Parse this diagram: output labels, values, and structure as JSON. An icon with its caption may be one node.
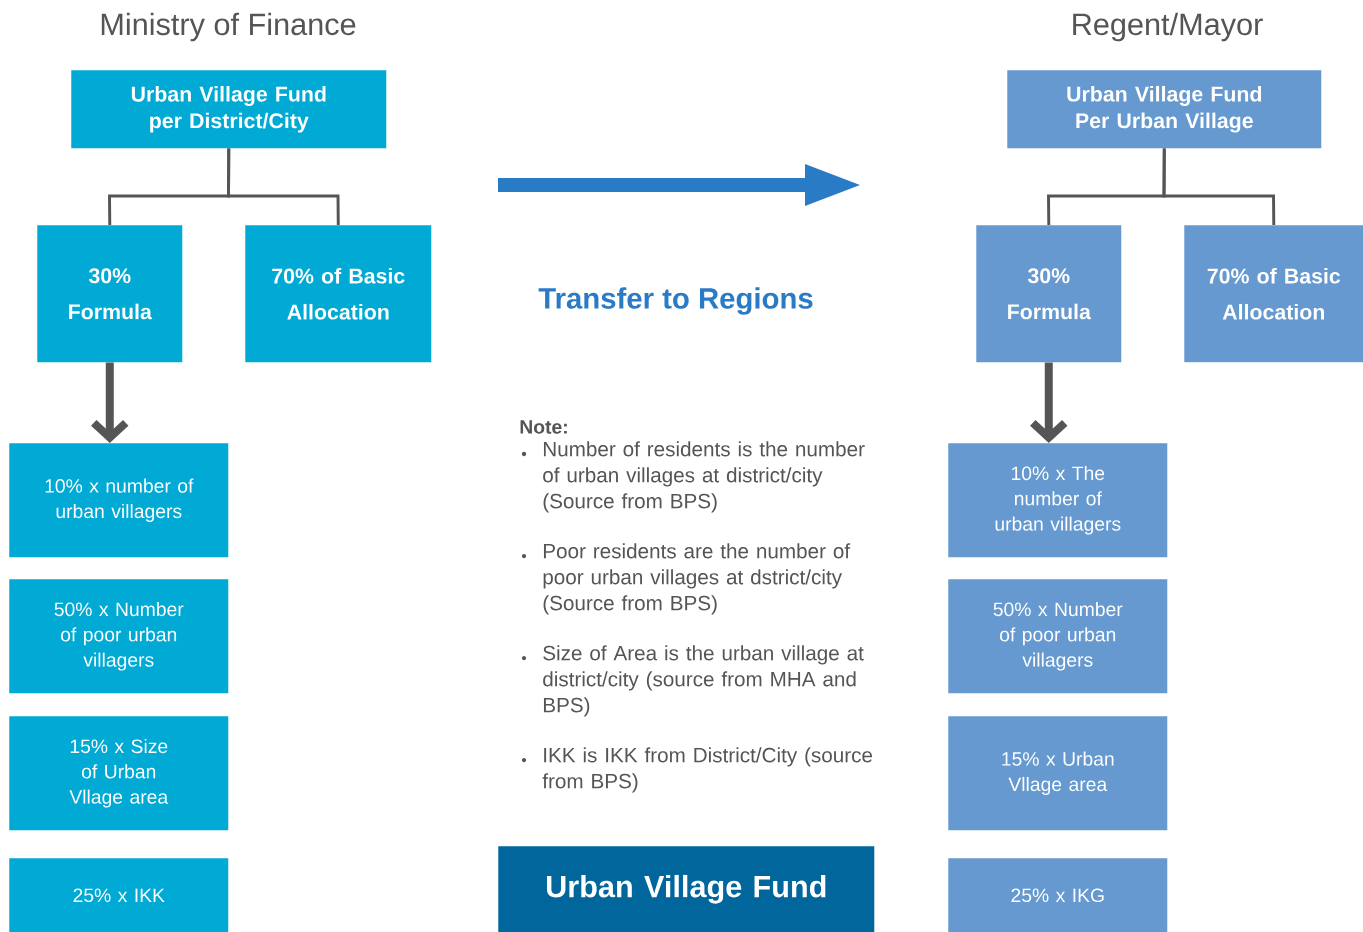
{
  "diagram": {
    "nodes": [
      {
        "text": [
          "Urban Village Fund per District/City"
        ]
      },
      {
        "text": [
          "30% Formula"
        ]
      },
      {
        "text": [
          "70% of Basic Allocation"
        ]
      },
      {
        "text": [
          "10% x number of urban villagers"
        ]
      },
      {
        "text": [
          "50% x Number of poor urban villagers"
        ]
      },
      {
        "text": [
          "15% x Size of Urban Vllage area"
        ]
      },
      {
        "text": [
          "25% x IKK"
        ]
      },
      {
        "text": [
          "Urban Village Fund Per Urban Village"
        ]
      },
      {
        "text": [
          "30% Formula"
        ]
      },
      {
        "text": [
          "70% of Basic Allocation"
        ]
      },
      {
        "text": [
          "10% x The number of urban villagers"
        ]
      },
      {
        "text": [
          "50% x Number of poor urban villagers"
        ]
      },
      {
        "text": [
          "15% x Urban Vllage area"
        ]
      },
      {
        "text": [
          "25% x IKG"
        ]
      },
      {
        "text": [
          "Urban Village Fund"
        ]
      }
    ],
    "edges": [
      {
        "from": 0,
        "to": 1,
        "arrow": "none"
      },
      {
        "from": 0,
        "to": 2,
        "arrow": "none"
      },
      {
        "from": 1,
        "to": 3,
        "arrow": "to",
        "style": "thick"
      },
      {
        "from": 7,
        "to": 8,
        "arrow": "none"
      },
      {
        "from": 7,
        "to": 9,
        "arrow": "none"
      },
      {
        "from": 8,
        "to": 10,
        "arrow": "to",
        "style": "thick"
      }
    ],
    "labels": [
      "Ministry of Finance",
      "Regent/Mayor",
      "Transfer to Regions",
      "Note:",
      "Number of residents is the number of urban villages at district/city (Source from BPS)",
      "Poor residents are the number of poor urban villages at dstrict/city (Source from BPS)",
      "Size of Area is the urban village at district/city (source from MHA and BPS)",
      "IKK is IKK from District/City (source from BPS)"
    ]
  }
}
